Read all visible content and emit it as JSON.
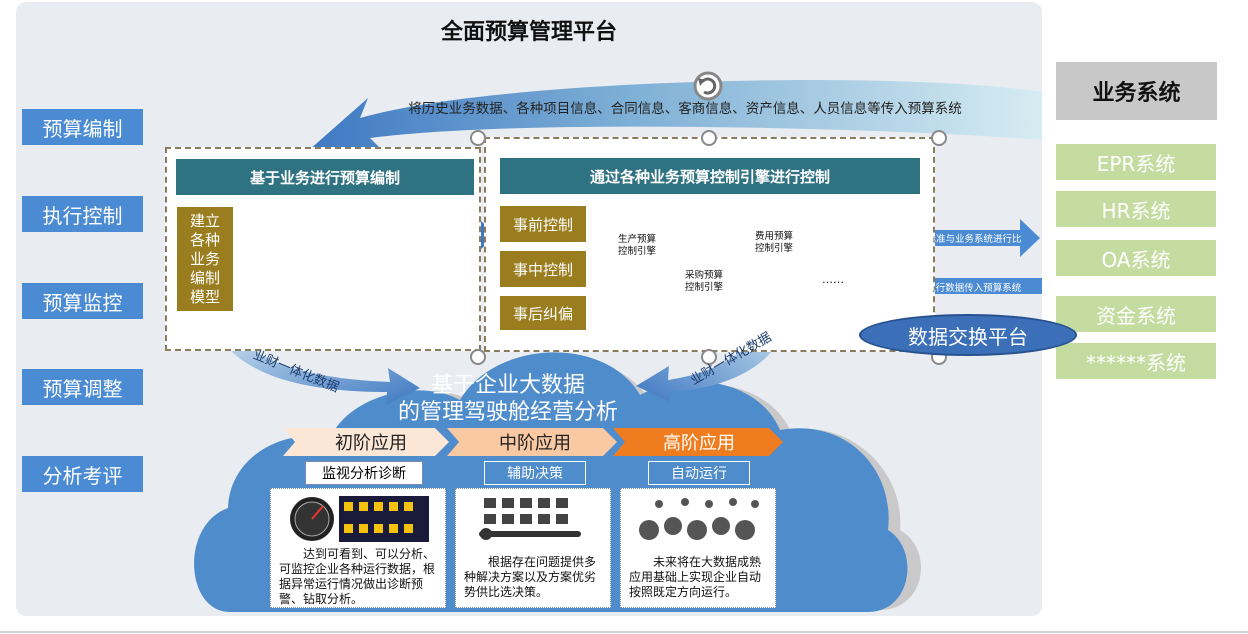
{
  "title": "全面预算管理平台",
  "left_nav": [
    "预算编制",
    "执行控制",
    "预算监控",
    "预算调整",
    "分析考评"
  ],
  "right_panel": {
    "header": "业务系统",
    "systems": [
      "EPR系统",
      "HR系统",
      "OA系统",
      "资金系统",
      "******系统"
    ]
  },
  "top_arrow_text": "将历史业务数据、各种项目信息、合同信息、客商信息、资产信息、人员信息等传入预算系统",
  "left_box": {
    "header": "基于业务进行预算编制",
    "model_label": "建立\n各种\n业务\n编制\n模型"
  },
  "right_box": {
    "header": "通过各种业务预算控制引擎进行控制",
    "controls": [
      "事前控制",
      "事中控制",
      "事后纠偏"
    ],
    "gears": [
      "生产预算\n控制引擎",
      "采购预算\n控制引擎",
      "费用预算\n控制引擎",
      "……"
    ]
  },
  "exchange": {
    "arrow_out": "将预算标准与业务系统进行比",
    "arrow_in": "将执行数据传入预算系统",
    "platform": "数据交换平台"
  },
  "curve_labels": {
    "left": "业财一体化数据",
    "right": "业财一体化数据"
  },
  "cloud_title": {
    "line1": "基于企业大数据",
    "line2": "的管理驾驶舱经营分析"
  },
  "stages": [
    {
      "label": "初阶应用",
      "tag": "监视分析诊断",
      "desc": "达到可看到、可以分析、可监控企业各种运行数据，根据异常运行情况做出诊断预警、钻取分析。"
    },
    {
      "label": "中阶应用",
      "tag": "辅助决策",
      "desc": "根据存在问题提供多种解决方案以及方案优劣势供比选决策。"
    },
    {
      "label": "高阶应用",
      "tag": "自动运行",
      "desc": "未来将在大数据成熟应用基础上实现企业自动按照既定方向运行。"
    }
  ],
  "colors": {
    "nav_blue": "#4a8bd3",
    "teal": "#2f7282",
    "olive": "#9a7d1e",
    "gear": "#17a7a4",
    "cloud": "#4f8ccc",
    "system_green": "#c4dca0",
    "stage1": "#fce7d6",
    "stage2": "#f8c9a2",
    "stage3": "#ef7d1f"
  }
}
